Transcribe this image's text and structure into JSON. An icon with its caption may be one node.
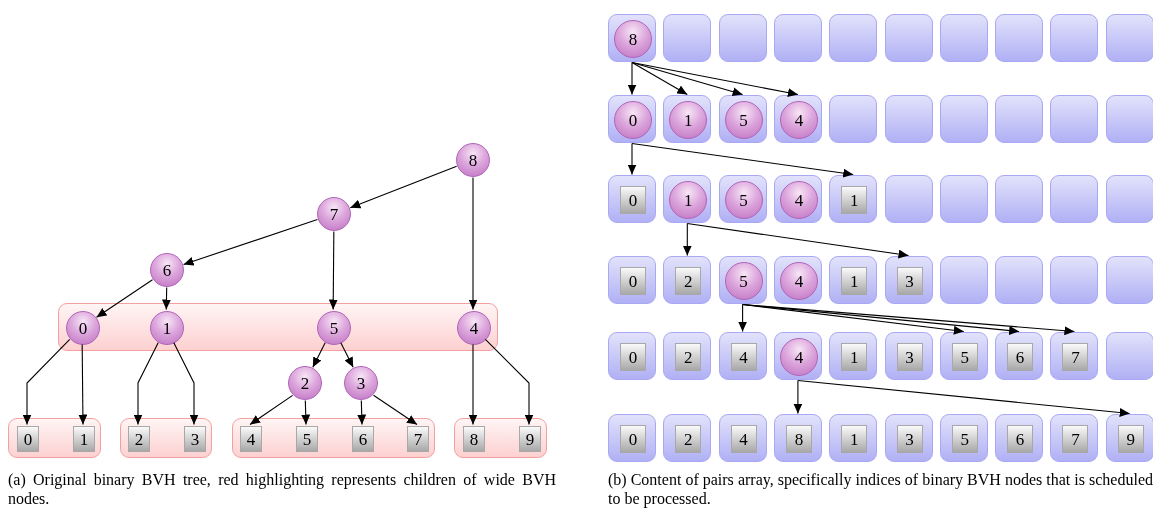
{
  "diagram": {
    "nodes": [
      {
        "text": [
          "8"
        ]
      },
      {
        "text": [
          "7"
        ]
      },
      {
        "text": [
          "6"
        ]
      },
      {
        "text": [],
        "shape": "box"
      },
      {
        "text": [
          "0"
        ],
        "in": 3
      },
      {
        "text": [
          "1"
        ],
        "in": 3
      },
      {
        "text": [
          "5"
        ],
        "in": 3
      },
      {
        "text": [
          "4"
        ],
        "in": 3
      },
      {
        "text": [
          "2"
        ]
      },
      {
        "text": [
          "3"
        ]
      },
      {
        "text": [],
        "shape": "box"
      },
      {
        "text": [
          "0"
        ],
        "in": 10
      },
      {
        "text": [
          "1"
        ],
        "in": 10
      },
      {
        "text": [],
        "shape": "box"
      },
      {
        "text": [
          "2"
        ],
        "in": 13
      },
      {
        "text": [
          "3"
        ],
        "in": 13
      },
      {
        "text": [],
        "shape": "box"
      },
      {
        "text": [
          "4"
        ],
        "in": 16
      },
      {
        "text": [
          "5"
        ],
        "in": 16
      },
      {
        "text": [
          "6"
        ],
        "in": 16
      },
      {
        "text": [
          "7"
        ],
        "in": 16
      },
      {
        "text": [],
        "shape": "box"
      },
      {
        "text": [
          "8"
        ],
        "in": 21
      },
      {
        "text": [
          "9"
        ],
        "in": 21
      },
      {
        "text": [],
        "shape": "box"
      },
      {
        "text": [
          "8"
        ],
        "in": 24
      },
      {
        "text": [],
        "shape": "box"
      },
      {
        "text": [],
        "shape": "box"
      },
      {
        "text": [],
        "shape": "box"
      },
      {
        "text": [],
        "shape": "box"
      },
      {
        "text": [],
        "shape": "box"
      },
      {
        "text": [],
        "shape": "box"
      },
      {
        "text": [],
        "shape": "box"
      },
      {
        "text": [],
        "shape": "box"
      },
      {
        "text": [],
        "shape": "box"
      },
      {
        "text": [],
        "shape": "box"
      },
      {
        "text": [
          "0"
        ],
        "in": 35
      },
      {
        "text": [],
        "shape": "box"
      },
      {
        "text": [
          "1"
        ],
        "in": 37
      },
      {
        "text": [],
        "shape": "box"
      },
      {
        "text": [
          "5"
        ],
        "in": 39
      },
      {
        "text": [],
        "shape": "box"
      },
      {
        "text": [
          "4"
        ],
        "in": 41
      },
      {
        "text": [],
        "shape": "box"
      },
      {
        "text": [],
        "shape": "box"
      },
      {
        "text": [],
        "shape": "box"
      },
      {
        "text": [],
        "shape": "box"
      },
      {
        "text": [],
        "shape": "box"
      },
      {
        "text": [],
        "shape": "box"
      },
      {
        "text": [],
        "shape": "box"
      },
      {
        "text": [
          "0"
        ],
        "in": 49
      },
      {
        "text": [],
        "shape": "box"
      },
      {
        "text": [
          "1"
        ],
        "in": 51
      },
      {
        "text": [],
        "shape": "box"
      },
      {
        "text": [
          "5"
        ],
        "in": 53
      },
      {
        "text": [],
        "shape": "box"
      },
      {
        "text": [
          "4"
        ],
        "in": 55
      },
      {
        "text": [],
        "shape": "box"
      },
      {
        "text": [
          "1"
        ],
        "in": 57
      },
      {
        "text": [],
        "shape": "box"
      },
      {
        "text": [],
        "shape": "box"
      },
      {
        "text": [],
        "shape": "box"
      },
      {
        "text": [],
        "shape": "box"
      },
      {
        "text": [],
        "shape": "box"
      },
      {
        "text": [],
        "shape": "box"
      },
      {
        "text": [
          "0"
        ],
        "in": 64
      },
      {
        "text": [],
        "shape": "box"
      },
      {
        "text": [
          "2"
        ],
        "in": 66
      },
      {
        "text": [],
        "shape": "box"
      },
      {
        "text": [
          "5"
        ],
        "in": 68
      },
      {
        "text": [],
        "shape": "box"
      },
      {
        "text": [
          "4"
        ],
        "in": 70
      },
      {
        "text": [],
        "shape": "box"
      },
      {
        "text": [
          "1"
        ],
        "in": 72
      },
      {
        "text": [],
        "shape": "box"
      },
      {
        "text": [
          "3"
        ],
        "in": 74
      },
      {
        "text": [],
        "shape": "box"
      },
      {
        "text": [],
        "shape": "box"
      },
      {
        "text": [],
        "shape": "box"
      },
      {
        "text": [],
        "shape": "box"
      },
      {
        "text": [],
        "shape": "box"
      },
      {
        "text": [
          "0"
        ],
        "in": 80
      },
      {
        "text": [],
        "shape": "box"
      },
      {
        "text": [
          "2"
        ],
        "in": 82
      },
      {
        "text": [],
        "shape": "box"
      },
      {
        "text": [
          "4"
        ],
        "in": 84
      },
      {
        "text": [],
        "shape": "box"
      },
      {
        "text": [
          "4"
        ],
        "in": 86
      },
      {
        "text": [],
        "shape": "box"
      },
      {
        "text": [
          "1"
        ],
        "in": 88
      },
      {
        "text": [],
        "shape": "box"
      },
      {
        "text": [
          "3"
        ],
        "in": 90
      },
      {
        "text": [],
        "shape": "box"
      },
      {
        "text": [
          "5"
        ],
        "in": 92
      },
      {
        "text": [],
        "shape": "box"
      },
      {
        "text": [
          "6"
        ],
        "in": 94
      },
      {
        "text": [],
        "shape": "box"
      },
      {
        "text": [
          "7"
        ],
        "in": 96
      },
      {
        "text": [],
        "shape": "box"
      },
      {
        "text": [],
        "shape": "box"
      },
      {
        "text": [
          "0"
        ],
        "in": 99
      },
      {
        "text": [],
        "shape": "box"
      },
      {
        "text": [
          "2"
        ],
        "in": 101
      },
      {
        "text": [],
        "shape": "box"
      },
      {
        "text": [
          "4"
        ],
        "in": 103
      },
      {
        "text": [],
        "shape": "box"
      },
      {
        "text": [
          "8"
        ],
        "in": 105
      },
      {
        "text": [],
        "shape": "box"
      },
      {
        "text": [
          "1"
        ],
        "in": 107
      },
      {
        "text": [],
        "shape": "box"
      },
      {
        "text": [
          "3"
        ],
        "in": 109
      },
      {
        "text": [],
        "shape": "box"
      },
      {
        "text": [
          "5"
        ],
        "in": 111
      },
      {
        "text": [],
        "shape": "box"
      },
      {
        "text": [
          "6"
        ],
        "in": 113
      },
      {
        "text": [],
        "shape": "box"
      },
      {
        "text": [
          "7"
        ],
        "in": 115
      },
      {
        "text": [],
        "shape": "box"
      },
      {
        "text": [
          "9"
        ],
        "in": 117
      }
    ],
    "edges": [
      {
        "from": 0,
        "to": 1,
        "arrow": "to"
      },
      {
        "from": 0,
        "to": 7,
        "arrow": "to"
      },
      {
        "from": 1,
        "to": 2,
        "arrow": "to"
      },
      {
        "from": 1,
        "to": 6,
        "arrow": "to"
      },
      {
        "from": 2,
        "to": 4,
        "arrow": "to"
      },
      {
        "from": 2,
        "to": 5,
        "arrow": "to"
      },
      {
        "from": 4,
        "to": 11,
        "arrow": "to"
      },
      {
        "from": 4,
        "to": 12,
        "arrow": "to"
      },
      {
        "from": 5,
        "to": 14,
        "arrow": "to"
      },
      {
        "from": 5,
        "to": 15,
        "arrow": "to"
      },
      {
        "from": 6,
        "to": 8,
        "arrow": "to"
      },
      {
        "from": 6,
        "to": 9,
        "arrow": "to"
      },
      {
        "from": 8,
        "to": 17,
        "arrow": "to"
      },
      {
        "from": 8,
        "to": 18,
        "arrow": "to"
      },
      {
        "from": 9,
        "to": 19,
        "arrow": "to"
      },
      {
        "from": 9,
        "to": 20,
        "arrow": "to"
      },
      {
        "from": 7,
        "to": 22,
        "arrow": "to"
      },
      {
        "from": 7,
        "to": 23,
        "arrow": "to"
      },
      {
        "from": 24,
        "to": 35,
        "arrow": "to"
      },
      {
        "from": 24,
        "to": 37,
        "arrow": "to"
      },
      {
        "from": 24,
        "to": 39,
        "arrow": "to"
      },
      {
        "from": 24,
        "to": 41,
        "arrow": "to"
      },
      {
        "from": 35,
        "to": 49,
        "arrow": "to"
      },
      {
        "from": 35,
        "to": 57,
        "arrow": "to"
      },
      {
        "from": 51,
        "to": 66,
        "arrow": "to"
      },
      {
        "from": 51,
        "to": 74,
        "arrow": "to"
      },
      {
        "from": 68,
        "to": 84,
        "arrow": "to"
      },
      {
        "from": 68,
        "to": 92,
        "arrow": "to"
      },
      {
        "from": 68,
        "to": 94,
        "arrow": "to"
      },
      {
        "from": 68,
        "to": 96,
        "arrow": "to"
      },
      {
        "from": 86,
        "to": 105,
        "arrow": "to"
      },
      {
        "from": 86,
        "to": 117,
        "arrow": "to"
      }
    ],
    "labels": [
      "(a) Original binary BVH tree, red highlighting represents children of wide BVH nodes.",
      "(b) Content of pairs array, specifically indices of binary BVH nodes that is scheduled to be processed."
    ]
  }
}
